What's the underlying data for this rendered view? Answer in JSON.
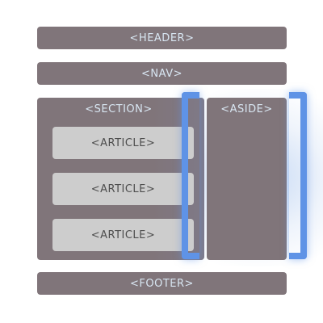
{
  "diagram": {
    "header": "<HEADER>",
    "nav": "<NAV>",
    "section": "<SECTION>",
    "articles": [
      "<ARTICLE>",
      "<ARTICLE>",
      "<ARTICLE>"
    ],
    "aside": "<ASIDE>",
    "footer": "<FOOTER>"
  },
  "colors": {
    "block": "#80757a",
    "block_text": "#d8e6f2",
    "article": "#cdcdcd",
    "article_text": "#4e4e4e",
    "highlight": "#5f93e6"
  }
}
